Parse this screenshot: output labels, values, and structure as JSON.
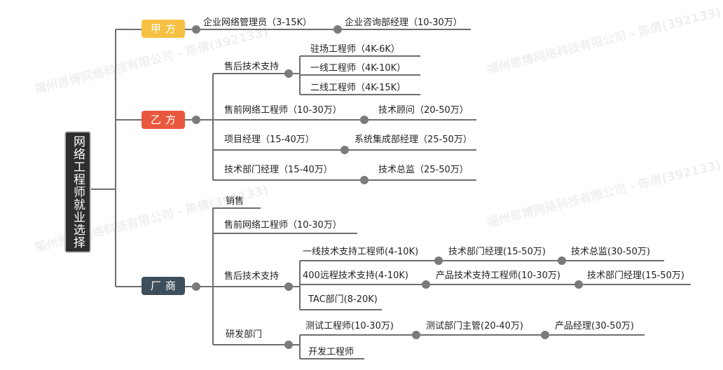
{
  "root": {
    "label": "网络工程师就业选择"
  },
  "watermark": "福州思博网络科技有限公司 - 陈倩(392133)",
  "colors": {
    "jiafang": "#F6C142",
    "yifang": "#E8583E",
    "changshang": "#3E4E5A",
    "line": "#6e6e6e",
    "node": "#7a7a7a"
  },
  "branches": {
    "jiafang": {
      "label": "甲方",
      "items": [
        "企业网络管理员（3-15K）",
        "企业咨询部经理（10-30万）"
      ]
    },
    "yifang": {
      "label": "乙方",
      "after_sales": {
        "label": "售后技术支持",
        "items": [
          "驻场工程师（4K-6K）",
          "一线工程师（4K-10K）",
          "二线工程师（4K-15K）"
        ]
      },
      "presales": {
        "label": "售前网络工程师（10-30万）",
        "next": "技术顾问（20-50万）"
      },
      "pm": {
        "label": "项目经理（15-40万）",
        "next": "系统集成部经理（25-50万）"
      },
      "tech_manager": {
        "label": "技术部门经理（15-40万）",
        "next": "技术总监（25-50万）"
      }
    },
    "changshang": {
      "label": "厂商",
      "sales": "销售",
      "presales": "售前网络工程师（10-30万）",
      "after_sales": {
        "label": "售后技术支持",
        "line1": [
          "一线技术支持工程师(4-10K)",
          "技术部门经理(15-50万)",
          "技术总监(30-50万)"
        ],
        "line2": [
          "400远程技术支持(4-10K)",
          "产品技术支持工程师(10-30万)",
          "技术部门经理(15-50万)"
        ],
        "line3": "TAC部门(8-20K)"
      },
      "rnd": {
        "label": "研发部门",
        "test": [
          "测试工程师(10-30万)",
          "测试部门主管(20-40万)",
          "产品经理(30-50万)"
        ],
        "dev": "开发工程师"
      }
    }
  }
}
